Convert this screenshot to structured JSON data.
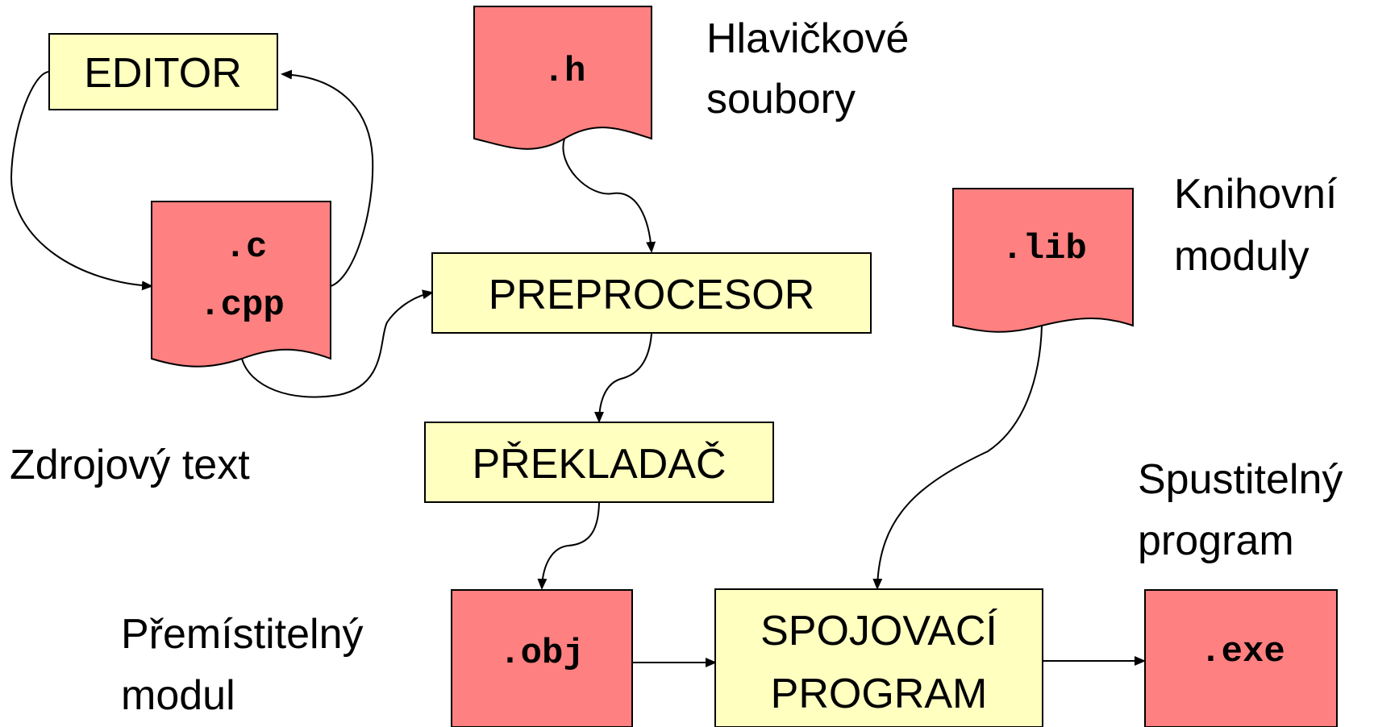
{
  "colors": {
    "process_fill": "#ffffc0",
    "file_fill": "#ff8080",
    "stroke": "#000000"
  },
  "process": {
    "editor": "EDITOR",
    "preprocessor": "PREPROCESOR",
    "compiler": "PŘEKLADAČ",
    "linker_line1": "SPOJOVACÍ",
    "linker_line2": "PROGRAM"
  },
  "files": {
    "header": ".h",
    "source_line1": ".c",
    "source_line2": ".cpp",
    "library": ".lib",
    "object": ".obj",
    "executable": ".exe"
  },
  "captions": {
    "header_line1": "Hlavičkové",
    "header_line2": "soubory",
    "library_line1": "Knihovní",
    "library_line2": "moduly",
    "source": "Zdrojový text",
    "executable_line1": "Spustitelný",
    "executable_line2": "program",
    "object_line1": "Přemístitelný",
    "object_line2": "modul"
  }
}
